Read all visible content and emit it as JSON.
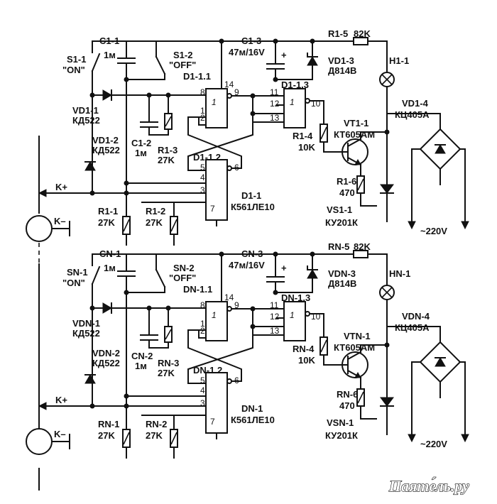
{
  "watermark": "Паяте́ль.ру",
  "channels": [
    {
      "id": "1",
      "labels": {
        "c1": "C1-1",
        "c1_val": "1м",
        "s1": "S1-1",
        "s1_state": "\"ON\"",
        "s2": "S1-2",
        "s2_state": "\"OFF\"",
        "c3": "C1-3",
        "c3_val": "47м/16V",
        "r5": "R1-5",
        "r5_val": "82K",
        "vd3": "VD1-3",
        "vd3_val": "Д814В",
        "h1": "H1-1",
        "gate1": "D1-1.1",
        "gate2": "D1-1.2",
        "gate3": "D1-1.3",
        "vd1": "VD1-1",
        "vd1_val": "КД522",
        "vd2": "VD1-2",
        "vd2_val": "КД522",
        "c2": "C1-2",
        "c2_val": "1м",
        "r3": "R1-3",
        "r3_val": "27K",
        "r4": "R1-4",
        "r4_val": "10K",
        "vt": "VT1-1",
        "vt_val": "КТ605АМ",
        "r6": "R1-6",
        "r6_val": "470",
        "vs": "VS1-1",
        "vs_val": "КУ201К",
        "vd4": "VD1-4",
        "vd4_val": "КЦ405А",
        "d": "D1-1",
        "d_val": "К561ЛЕ10",
        "r1": "R1-1",
        "r1_val": "27K",
        "r2": "R1-2",
        "r2_val": "27K",
        "kplus": "K+",
        "kminus": "K–",
        "mains": "~220V"
      }
    },
    {
      "id": "N",
      "labels": {
        "c1": "CN-1",
        "c1_val": "1м",
        "s1": "SN-1",
        "s1_state": "\"ON\"",
        "s2": "SN-2",
        "s2_state": "\"OFF\"",
        "c3": "CN-3",
        "c3_val": "47м/16V",
        "r5": "RN-5",
        "r5_val": "82K",
        "vd3": "VDN-3",
        "vd3_val": "Д814В",
        "h1": "HN-1",
        "gate1": "DN-1.1",
        "gate2": "DN-1.2",
        "gate3": "DN-1.3",
        "vd1": "VDN-1",
        "vd1_val": "КД522",
        "vd2": "VDN-2",
        "vd2_val": "КД522",
        "c2": "CN-2",
        "c2_val": "1м",
        "r3": "RN-3",
        "r3_val": "27K",
        "r4": "RN-4",
        "r4_val": "10K",
        "vt": "VTN-1",
        "vt_val": "КТ605АМ",
        "r6": "RN-6",
        "r6_val": "470",
        "vs": "VSN-1",
        "vs_val": "КУ201К",
        "vd4": "VDN-4",
        "vd4_val": "КЦ405А",
        "d": "DN-1",
        "d_val": "К561ЛЕ10",
        "r1": "RN-1",
        "r1_val": "27K",
        "r2": "RN-2",
        "r2_val": "27K",
        "kplus": "K+",
        "kminus": "K–",
        "mains": "~220V"
      }
    }
  ],
  "pins": {
    "p1": "1",
    "p2": "2",
    "p3": "3",
    "p4": "4",
    "p5": "5",
    "p6": "6",
    "p7": "7",
    "p8": "8",
    "p9": "9",
    "p10": "10",
    "p11": "11",
    "p12": "12",
    "p13": "13",
    "p14": "14",
    "gate_sym": "1",
    "plus": "+"
  }
}
